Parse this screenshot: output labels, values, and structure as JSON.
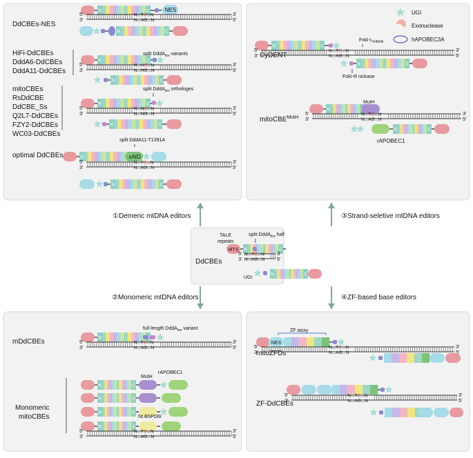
{
  "colors": {
    "panel_bg": "#f2f2f2",
    "panel_border": "#d0d0d0",
    "pink": "#e99a9f",
    "blue": "#a7dbe8",
    "purple": "#a98fcf",
    "green": "#9fd47a",
    "yellow": "#eeeaa0",
    "teal_star": "#a9ddd6",
    "arrow": "#7fa6a3",
    "red_text": "#d23a2a",
    "tale_stripes": [
      "#9fd6c9",
      "#f1e67e",
      "#f4b6c4",
      "#c4b8e8",
      "#a7dbe8",
      "#c9e6a0"
    ]
  },
  "panels": {
    "top_left": {
      "dd_nes_label": "DdCBEs-NES",
      "nes": "NES",
      "group2_labels": [
        "HiFi-DdCBEs",
        "DddA6-DdCBEs",
        "DddA11-DdCBEs"
      ],
      "group2_annotation": "split DddA",
      "group2_annotation_sub": "tox",
      "group2_annotation_tail": " variants",
      "group3_labels": [
        "mitoCBEs",
        "RsDdCBE",
        "DdCBE_Ss",
        "Q2L7-DdCBEs",
        "FZY2-DdCBEs",
        "WC03-DdCBEs"
      ],
      "group3_annotation": "split DddA",
      "group3_annotation_sub": "tox",
      "group3_annotation_tail": " orthologes",
      "optimal_label": "optimal DdCBEs",
      "optimal_annotation": "split DddA11-T1391A",
      "xaid": "xAID"
    },
    "top_right": {
      "legend_ugi": "UGI",
      "legend_exo": "Exonuclease",
      "legend_hapobec": "hAPOBEC3A",
      "cydent_label": "CyDENT",
      "foki_l": "FokI-L",
      "foki_l_sub": "D450A",
      "foki_r": "FokI-R nickase",
      "mitocbe_label": "mitoCBE",
      "mitocbe_sup": "MutH",
      "muth": "MutH",
      "rapobec": "rAPOBEC1"
    },
    "center": {
      "label": "DdCBEs",
      "mts": "MTS",
      "tale": "TALE",
      "repeats": "repeats",
      "split_half": "split DddA",
      "split_half_sub": "tox",
      "split_half_tail": " half",
      "ugi": "UGI"
    },
    "bottom_left": {
      "mdd_label": "mDdCBEs",
      "fl_annotation": "full-length DddA",
      "fl_annotation_sub": "tox",
      "fl_annotation_tail": " variant",
      "mono_label_1": "Monomeric",
      "mono_label_2": "mitoCBEs",
      "muth": "MutH",
      "rapobec": "rAPOBEC1",
      "ntbspd6i": "Nt.BSPD6I"
    },
    "bottom_right": {
      "zf_array": "ZF array",
      "mitozfd_label": "mitoZFDs",
      "nes": "NES",
      "zfdd_label": "ZF-DdCBEs"
    }
  },
  "arrows": {
    "up_left": "①Demeric mtDNA editors",
    "up_right": "③Strand-seletive mtDNA editors",
    "down_left": "②Monomeric mtDNA editors",
    "down_right": "④ZF-based  base editors"
  },
  "dna": {
    "p5": "5'",
    "p3": "3'",
    "top_tc": [
      "N...",
      "T",
      "C",
      "...N"
    ],
    "top_hc": [
      "N...",
      "H",
      "C",
      "...N"
    ],
    "top_nc": [
      "N...",
      "N",
      "C",
      "...N"
    ],
    "bot_ag": "N...AG...N",
    "bot_hg": "N...HG...N",
    "bot_ng": "N...NG...N"
  }
}
